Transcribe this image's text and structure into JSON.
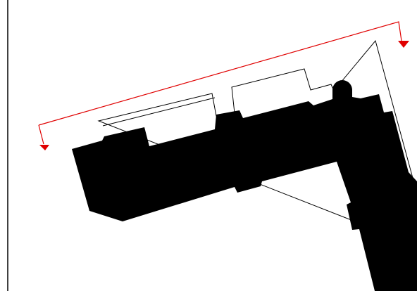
{
  "diagram": {
    "colors": {
      "background": "#ffffff",
      "building_fill": "#000000",
      "outline_stroke": "#000000",
      "dimension_line": "#e00000",
      "frame": "#000000"
    },
    "elements": {
      "building_footprint": "building-footprint",
      "upper_outline": "upper-floor-outline",
      "dimension_arrow": "dimension-arrow",
      "frame_border": "left-frame-border"
    }
  }
}
